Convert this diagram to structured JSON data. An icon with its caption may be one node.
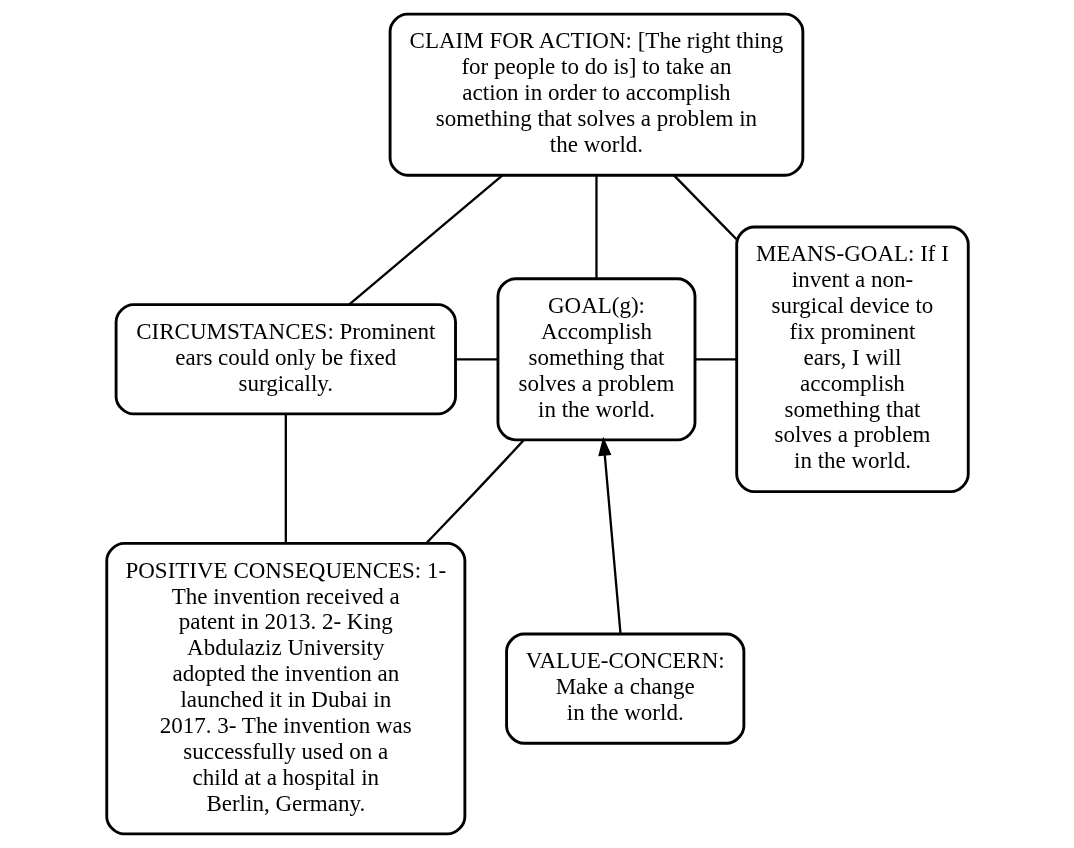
{
  "diagram": {
    "nodes": [
      {
        "text": [
          "CLAIM FOR ACTION: [The right thing for people to do is] to take an action in order to accomplish something that solves a problem in the world."
        ]
      },
      {
        "text": [
          "CIRCUMSTANCES: Prominent ears could only be fixed surgically."
        ]
      },
      {
        "text": [
          "GOAL(g): Accomplish something that solves a problem in the world."
        ]
      },
      {
        "text": [
          "MEANS-GOAL: If I invent a non-surgical device to fix prominent ears, I will accomplish something that solves a problem in the world."
        ]
      },
      {
        "text": [
          "POSITIVE CONSEQUENCES: 1- The invention received a patent in 2013. 2- King Abdulaziz University adopted the invention an launched it in Dubai in 2017. 3- The invention was successfully used on a child at a hospital in Berlin, Germany."
        ]
      },
      {
        "text": [
          "VALUE-CONCERN: Make a change in the world."
        ]
      }
    ],
    "edges": [
      {
        "from": 1,
        "to": 0,
        "arrow": "none"
      },
      {
        "from": 2,
        "to": 0,
        "arrow": "none"
      },
      {
        "from": 0,
        "to": 3,
        "arrow": "none"
      },
      {
        "from": 1,
        "to": 2,
        "arrow": "none"
      },
      {
        "from": 2,
        "to": 3,
        "arrow": "none"
      },
      {
        "from": 1,
        "to": 4,
        "arrow": "none"
      },
      {
        "from": 4,
        "to": 2,
        "arrow": "none"
      },
      {
        "from": 5,
        "to": 2,
        "arrow": "to"
      }
    ]
  }
}
